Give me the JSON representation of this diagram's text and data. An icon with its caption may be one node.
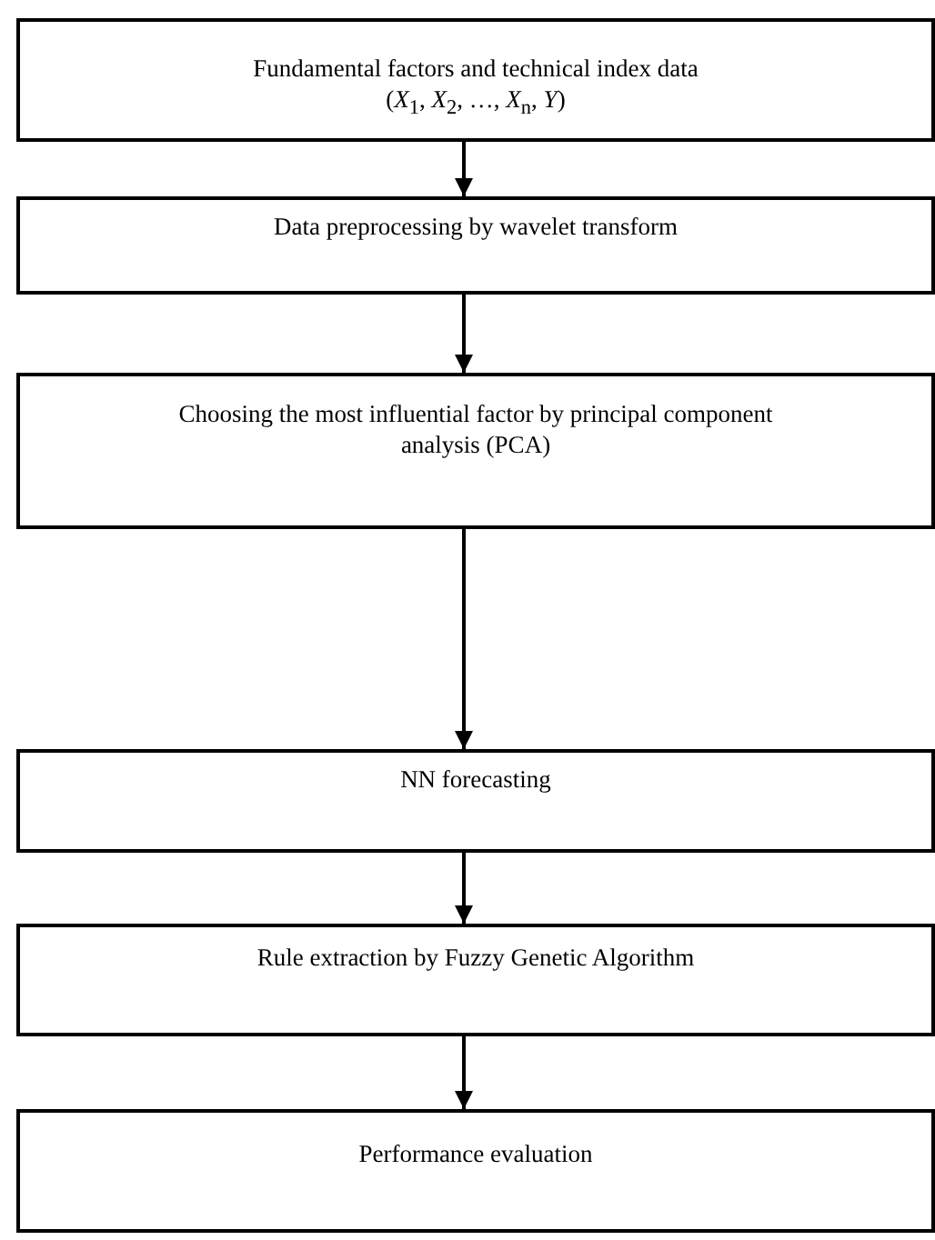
{
  "diagram": {
    "nodes": [
      {
        "text": [
          "Fundamental factors and technical index data",
          "(*X*$_{1}$, *X*$_{2}$, …, *X*$_{n}$, *Y*)"
        ]
      },
      {
        "text": [
          "Data preprocessing by wavelet transform"
        ]
      },
      {
        "text": [
          "Choosing the most influential factor by principal component analysis (PCA)"
        ]
      },
      {
        "text": [
          "NN forecasting"
        ]
      },
      {
        "text": [
          "Rule extraction by Fuzzy Genetic Algorithm"
        ]
      },
      {
        "text": [
          "Performance evaluation"
        ]
      }
    ],
    "edges": [
      {
        "from": 0,
        "to": 1,
        "arrow": "to"
      },
      {
        "from": 1,
        "to": 2,
        "arrow": "to"
      },
      {
        "from": 2,
        "to": 3,
        "arrow": "to"
      },
      {
        "from": 3,
        "to": 4,
        "arrow": "to"
      },
      {
        "from": 4,
        "to": 5,
        "arrow": "to"
      }
    ]
  }
}
